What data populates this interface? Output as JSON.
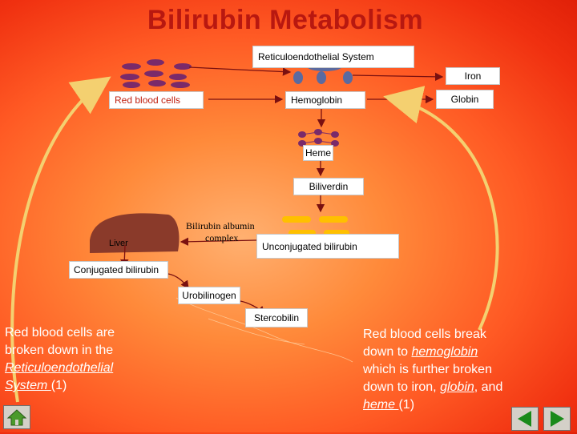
{
  "title": "Bilirubin Metabolism",
  "nodes": {
    "res": "Reticuloendothelial System",
    "iron": "Iron",
    "rbc": "Red blood cells",
    "hemoglobin": "Hemoglobin",
    "globin": "Globin",
    "heme": "Heme",
    "biliverdin": "Biliverdin",
    "bilirubin_albumin_1": "Bilirubin albumin",
    "bilirubin_albumin_2": "complex",
    "liver": "Liver",
    "unconjugated": "Unconjugated bilirubin",
    "conjugated": "Conjugated bilirubin",
    "urobilinogen": "Urobilinogen",
    "stercobilin": "Stercobilin"
  },
  "left_text": {
    "part1": "Red blood cells are broken down in the ",
    "link": "Reticuloendothelial System ",
    "part2": "(1)"
  },
  "right_text": {
    "part1": "Red blood cells break down to ",
    "link1": "hemoglobin ",
    "part2": "which is further broken down to iron, ",
    "link2": "globin",
    "part3": ", and ",
    "link3": "heme ",
    "part4": "(1)"
  },
  "colors": {
    "title": "#b81810",
    "cells": "#7a2a6a",
    "albumin": "#ffc000",
    "liver": "#8a3a2a",
    "arrow": "#7a1010",
    "curve": "#f4d070"
  },
  "icons": [
    "home-icon",
    "previous-icon",
    "next-icon"
  ]
}
